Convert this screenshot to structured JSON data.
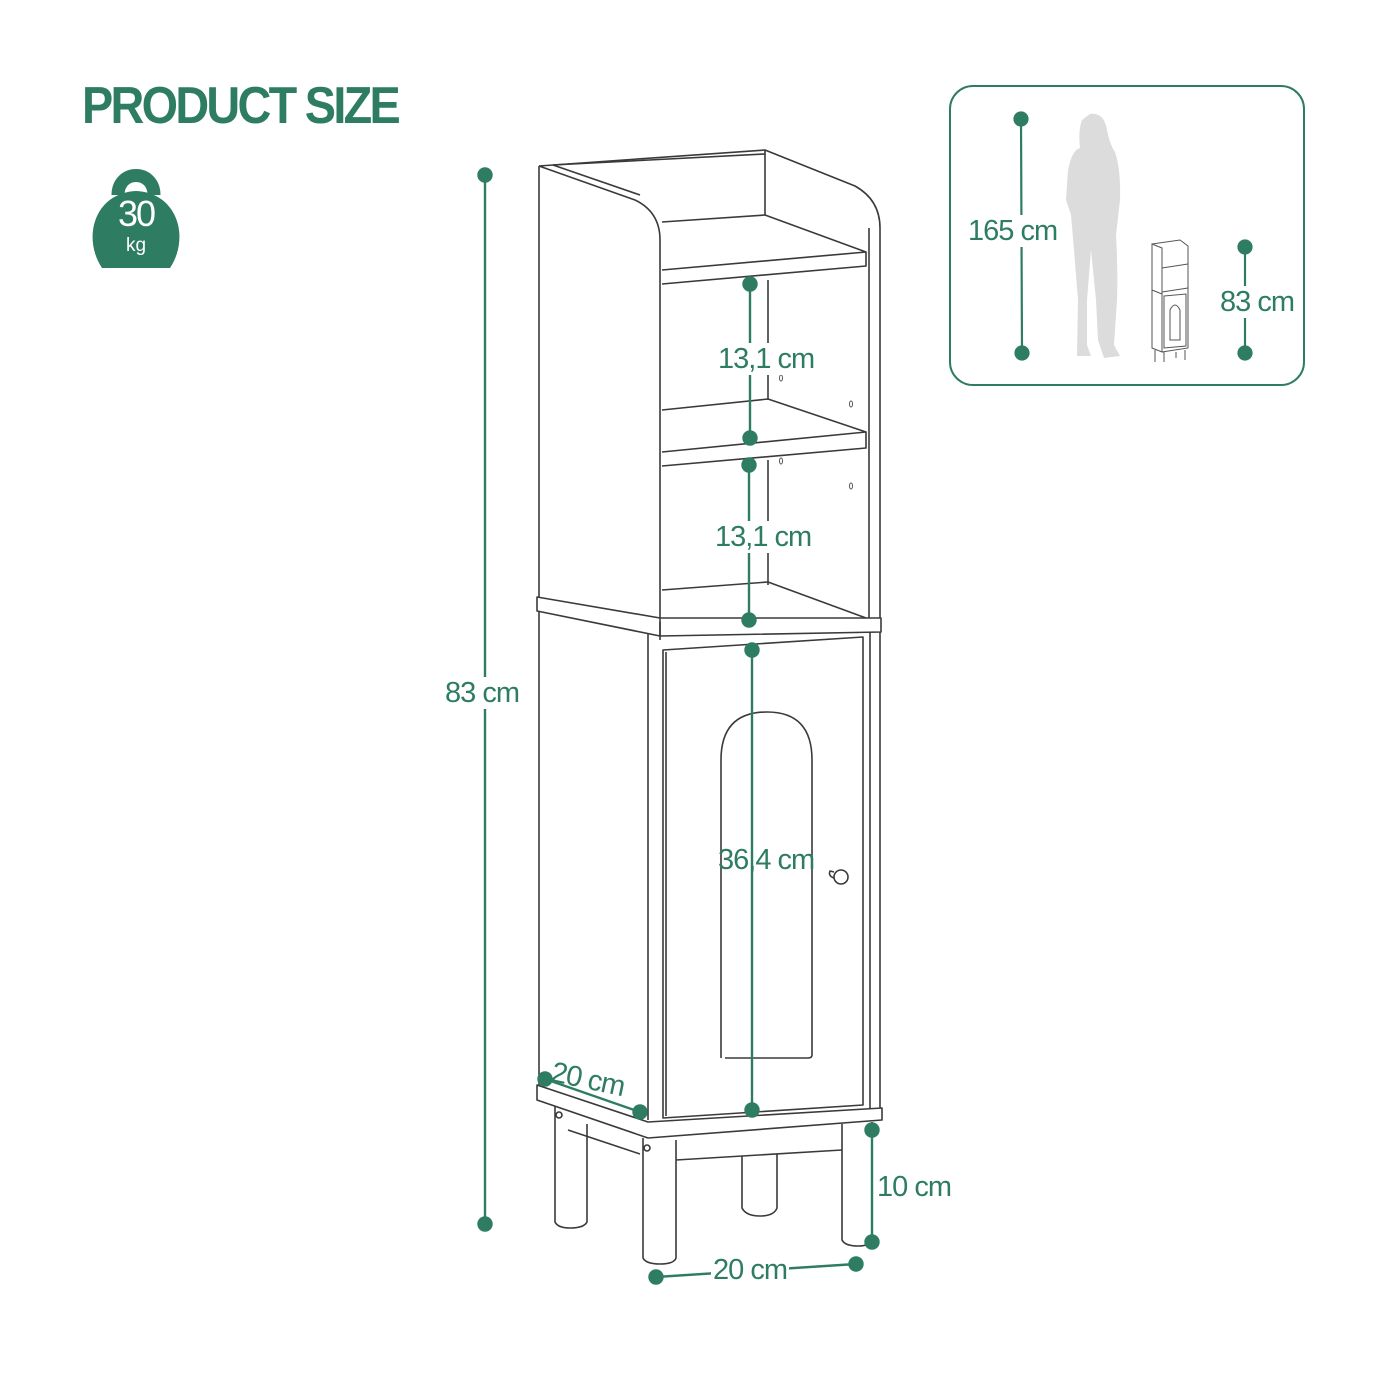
{
  "header": {
    "title": "PRODUCT SIZE"
  },
  "weight_badge": {
    "icon": "kettlebell-weight-icon",
    "value": "30",
    "unit": "kg",
    "color": "#2e7d62"
  },
  "dimensions": {
    "total_height": "83 cm",
    "shelf_upper_height": "13,1 cm",
    "shelf_lower_height": "13,1 cm",
    "door_height": "36,4 cm",
    "depth": "20 cm",
    "width": "20 cm",
    "leg_height": "10 cm"
  },
  "comparison_inset": {
    "person_height": "165 cm",
    "cabinet_height": "83 cm",
    "person_icon": "woman-silhouette-icon",
    "cabinet_icon": "cabinet-thumbnail-icon"
  },
  "colors": {
    "accent": "#2e7d62",
    "line": "#3a3a3a",
    "silhouette": "#dcdcdc"
  }
}
